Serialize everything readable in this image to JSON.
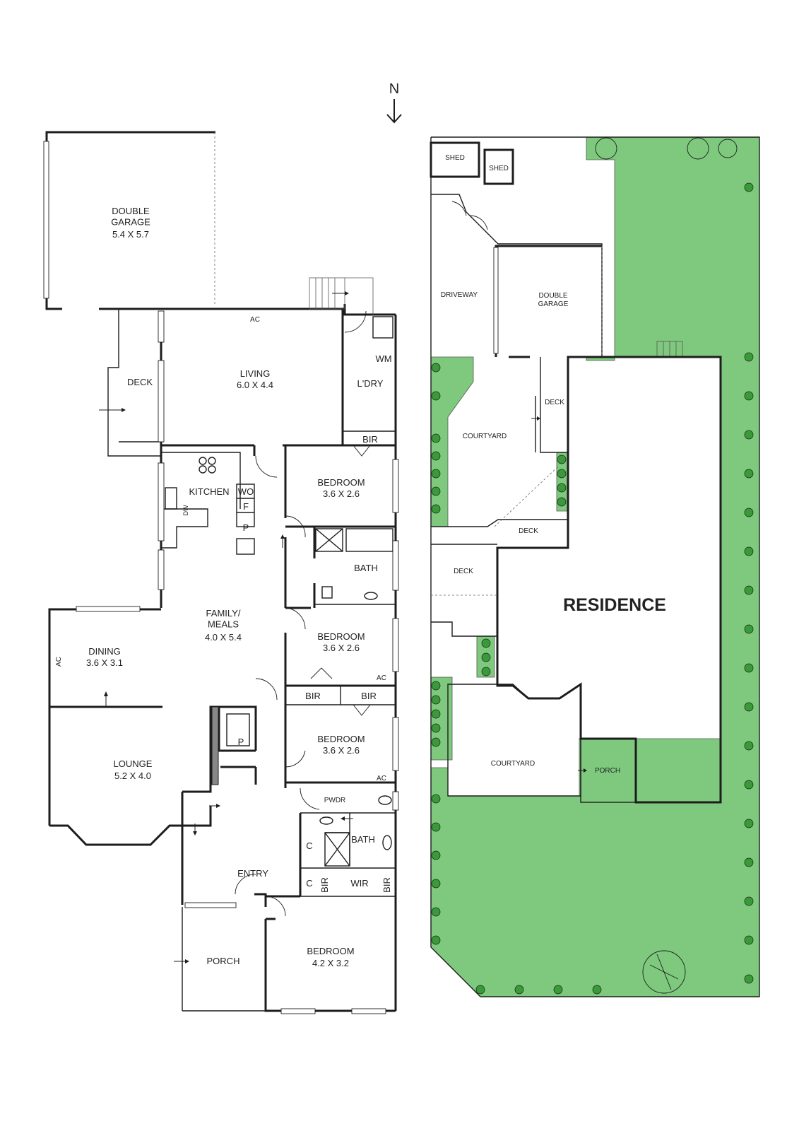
{
  "north": {
    "label": "N"
  },
  "floor_plan": {
    "double_garage": {
      "name": "DOUBLE\nGARAGE",
      "dims": "5.4 X 5.7"
    },
    "living": {
      "name": "LIVING",
      "dims": "6.0 X 4.4"
    },
    "deck": "DECK",
    "ac": "AC",
    "wm": "WM",
    "laundry": "L'DRY",
    "bir": "BIR",
    "kitchen": "KITCHEN",
    "wo": "WO",
    "f": "F",
    "p": "P",
    "dw": "DW",
    "bedroom1": {
      "name": "BEDROOM",
      "dims": "3.6 X 2.6"
    },
    "bath": "BATH",
    "family_meals": {
      "name": "FAMILY/\nMEALS",
      "dims": "4.0 X 5.4"
    },
    "bedroom2": {
      "name": "BEDROOM",
      "dims": "3.6 X 2.6"
    },
    "dining": {
      "name": "DINING",
      "dims": "3.6 X 3.1"
    },
    "bedroom3": {
      "name": "BEDROOM",
      "dims": "3.6 X 2.6"
    },
    "lounge": {
      "name": "LOUNGE",
      "dims": "5.2 X 4.0"
    },
    "pwdr": "PWDR",
    "c": "C",
    "wir": "WIR",
    "entry": "ENTRY",
    "porch": "PORCH",
    "bedroom4": {
      "name": "BEDROOM",
      "dims": "4.2 X 3.2"
    }
  },
  "site_plan": {
    "shed1": "SHED",
    "shed2": "SHED",
    "driveway": "DRIVEWAY",
    "double_garage": "DOUBLE\nGARAGE",
    "deck": "DECK",
    "courtyard": "COURTYARD",
    "residence": "RESIDENCE",
    "porch": "PORCH"
  },
  "colors": {
    "lawn": "#7ec97e",
    "wall": "#1d1d1d"
  }
}
